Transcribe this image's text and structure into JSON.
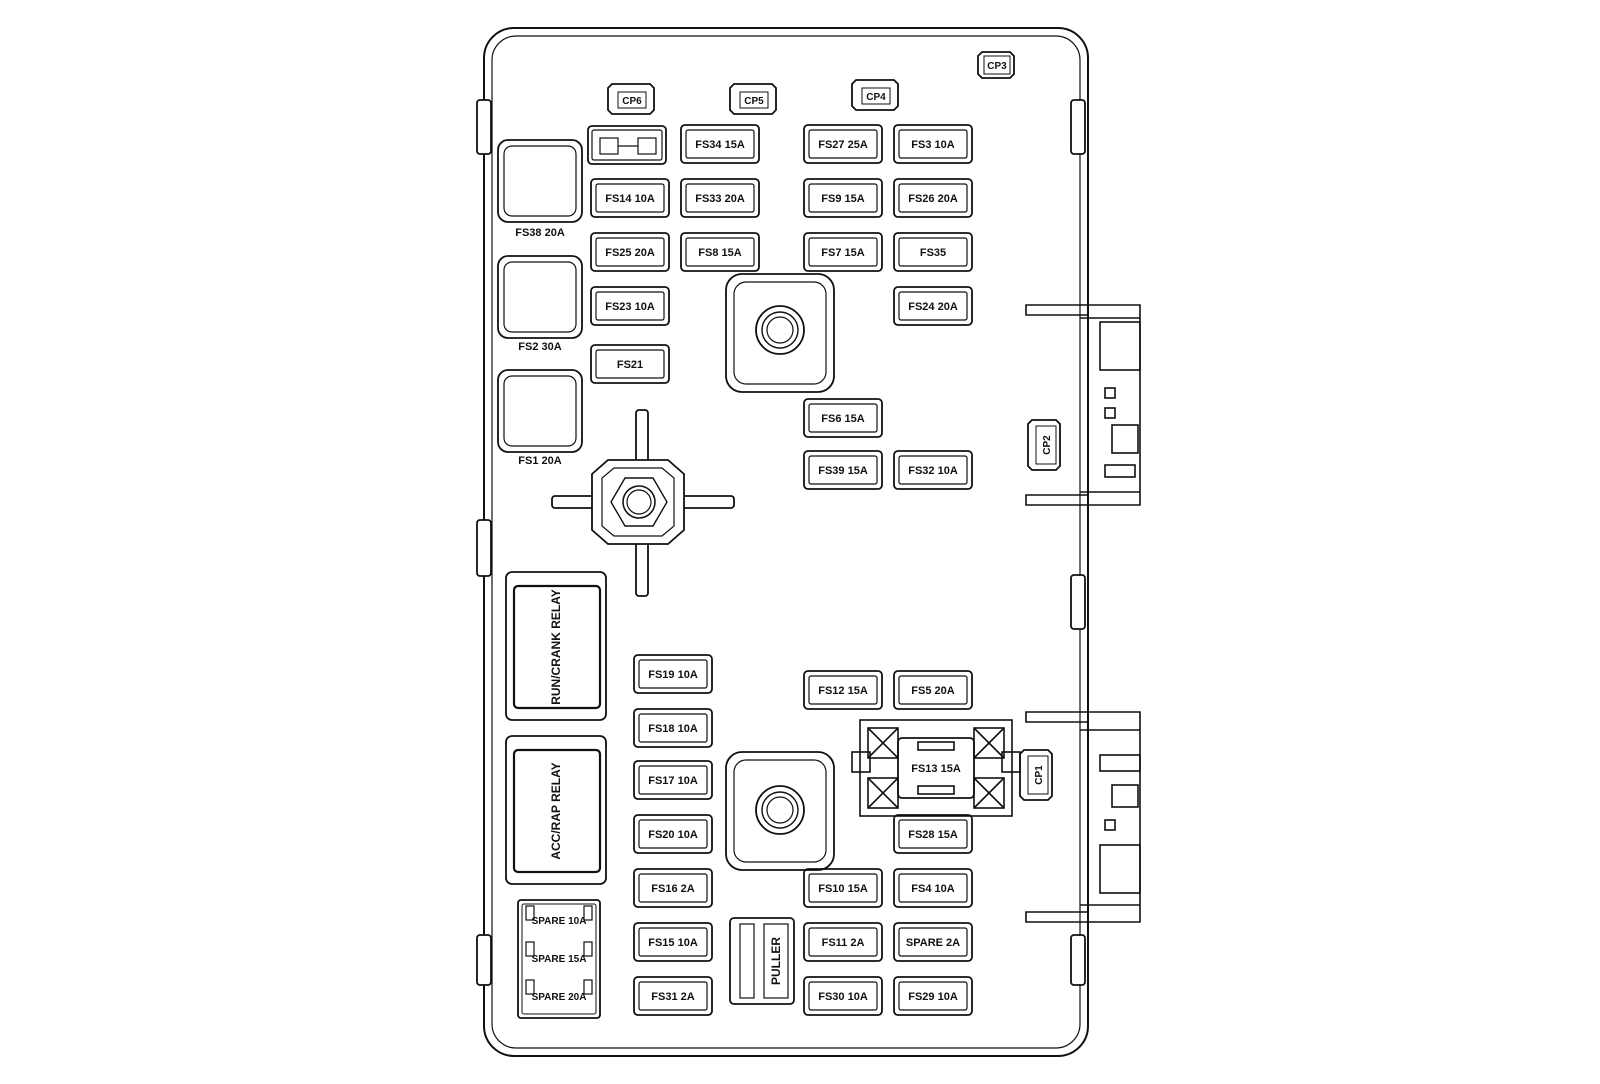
{
  "diagram": {
    "fuses": [
      {
        "id": "fs34",
        "label": "FS34 15A"
      },
      {
        "id": "fs27",
        "label": "FS27 25A"
      },
      {
        "id": "fs3",
        "label": "FS3 10A"
      },
      {
        "id": "fs14",
        "label": "FS14 10A"
      },
      {
        "id": "fs33",
        "label": "FS33 20A"
      },
      {
        "id": "fs9",
        "label": "FS9 15A"
      },
      {
        "id": "fs26",
        "label": "FS26 20A"
      },
      {
        "id": "fs25",
        "label": "FS25 20A"
      },
      {
        "id": "fs8",
        "label": "FS8 15A"
      },
      {
        "id": "fs7",
        "label": "FS7 15A"
      },
      {
        "id": "fs35",
        "label": "FS35"
      },
      {
        "id": "fs23",
        "label": "FS23 10A"
      },
      {
        "id": "fs24",
        "label": "FS24 20A"
      },
      {
        "id": "fs21",
        "label": "FS21"
      },
      {
        "id": "fs6",
        "label": "FS6 15A"
      },
      {
        "id": "fs39",
        "label": "FS39 15A"
      },
      {
        "id": "fs32",
        "label": "FS32 10A"
      },
      {
        "id": "fs19",
        "label": "FS19 10A"
      },
      {
        "id": "fs12",
        "label": "FS12 15A"
      },
      {
        "id": "fs5",
        "label": "FS5 20A"
      },
      {
        "id": "fs18",
        "label": "FS18 10A"
      },
      {
        "id": "fs17",
        "label": "FS17 10A"
      },
      {
        "id": "fs20",
        "label": "FS20 10A"
      },
      {
        "id": "fs28",
        "label": "FS28 15A"
      },
      {
        "id": "fs16",
        "label": "FS16 2A"
      },
      {
        "id": "fs10",
        "label": "FS10 15A"
      },
      {
        "id": "fs4",
        "label": "FS4 10A"
      },
      {
        "id": "fs15",
        "label": "FS15 10A"
      },
      {
        "id": "fs11",
        "label": "FS11 2A"
      },
      {
        "id": "spare2a",
        "label": "SPARE 2A"
      },
      {
        "id": "fs31",
        "label": "FS31 2A"
      },
      {
        "id": "fs30",
        "label": "FS30 10A"
      },
      {
        "id": "fs29",
        "label": "FS29 10A"
      }
    ],
    "fs13": "FS13 15A",
    "large_fuses": [
      "FS38 20A",
      "FS2 30A",
      "FS1 20A"
    ],
    "relays": [
      "RUN/CRANK RELAY",
      "ACC/RAP RELAY"
    ],
    "spares": [
      "SPARE 10A",
      "SPARE 15A",
      "SPARE 20A"
    ],
    "puller": "PULLER",
    "connector_points": {
      "cp1": "CP1",
      "cp2": "CP2",
      "cp3": "CP3",
      "cp4": "CP4",
      "cp5": "CP5",
      "cp6": "CP6"
    }
  }
}
